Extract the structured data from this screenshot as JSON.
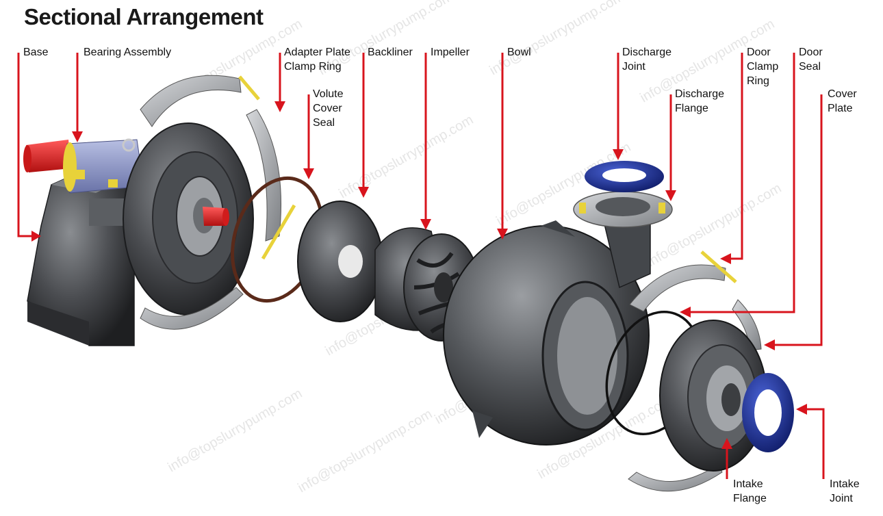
{
  "title": "Sectional Arrangement",
  "watermark": "info@topslurrypump.com",
  "colors": {
    "leader": "#d8141d",
    "metal_dark": "#3a3c3f",
    "metal_mid": "#6b6e72",
    "metal_light": "#a9acb0",
    "bearing_housing": "#8f97c9",
    "shaft": "#d62a2a",
    "seal_blue": "#1c2f8f",
    "bolt_yellow": "#e8d23a"
  },
  "labels": {
    "base": [
      "Base"
    ],
    "bearing_assembly": [
      "Bearing Assembly"
    ],
    "adapter_plate": [
      "Adapter Plate",
      "Clamp Ring"
    ],
    "volute_cover_seal": [
      "Volute",
      "Cover",
      "Seal"
    ],
    "backliner": [
      "Backliner"
    ],
    "impeller": [
      "Impeller"
    ],
    "bowl": [
      "Bowl"
    ],
    "discharge_joint": [
      "Discharge",
      "Joint"
    ],
    "discharge_flange": [
      "Discharge",
      "Flange"
    ],
    "door_clamp_ring": [
      "Door",
      "Clamp",
      "Ring"
    ],
    "door_seal": [
      "Door",
      "Seal"
    ],
    "cover_plate": [
      "Cover",
      "Plate"
    ],
    "intake_flange": [
      "Intake",
      "Flange"
    ],
    "intake_joint": [
      "Intake",
      "Joint"
    ]
  },
  "icons": {
    "arrowhead": "red-triangle-arrow"
  }
}
